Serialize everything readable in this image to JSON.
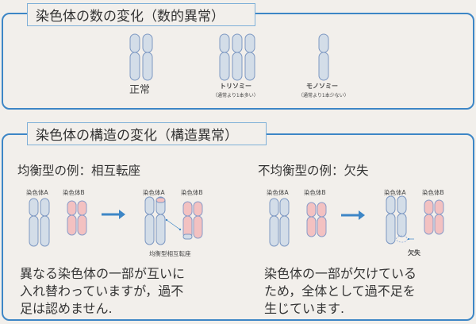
{
  "numeric_section": {
    "title": "染色体の数の変化（数的異常）",
    "items": [
      {
        "label": "正常",
        "sublabel": "",
        "chromosome_count": 2
      },
      {
        "label": "トリソミー",
        "sublabel": "（通常より1本多い）",
        "chromosome_count": 3
      },
      {
        "label": "モノソミー",
        "sublabel": "（通常より1本少ない）",
        "chromosome_count": 1
      }
    ]
  },
  "structural_section": {
    "title": "染色体の構造の変化（構造異常）",
    "balanced": {
      "heading": "均衡型の例：相互転座",
      "before_label_a": "染色体A",
      "before_label_b": "染色体B",
      "after_label_a": "染色体A",
      "after_label_b": "染色体B",
      "caption": "均衡型相互転座",
      "description_lines": [
        "異なる染色体の一部が互いに",
        "入れ替わっていますが，過不",
        "足は認めません."
      ]
    },
    "unbalanced": {
      "heading": "不均衡型の例：欠失",
      "before_label_a": "染色体A",
      "before_label_b": "染色体B",
      "after_label_a": "染色体A",
      "after_label_b": "染色体B",
      "caption": "欠失",
      "description_lines": [
        "染色体の一部が欠けている",
        "ため，全体として過不足を",
        "生じています."
      ]
    }
  },
  "colors": {
    "border": "#3d86c6",
    "chromosome_a_fill": "#d3dde8",
    "chromosome_a_stroke": "#7d98c2",
    "chromosome_b_fill": "#f3c1c1",
    "chromosome_b_stroke": "#8b9cc8",
    "arrow": "#3d86c6"
  }
}
